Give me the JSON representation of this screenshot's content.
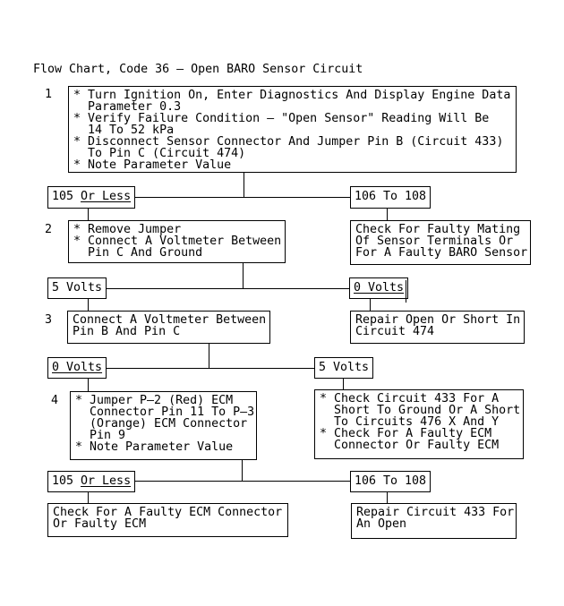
{
  "title": "Flow Chart, Code 36 – Open BARO Sensor Circuit",
  "colors": {
    "background": "#ffffff",
    "ink": "#000000"
  },
  "steps": [
    {
      "number": "1",
      "lines": [
        "* Turn Ignition On, Enter Diagnostics And Display Engine Data",
        "  Parameter 0.3",
        "* Verify Failure Condition – \"Open Sensor\" Reading Will Be",
        "  14 To 52 kPa",
        "* Disconnect Sensor Connector And Jumper Pin B (Circuit 433)",
        "  To Pin C (Circuit 474)",
        "* Note Parameter Value"
      ]
    },
    {
      "number": "2",
      "lines": [
        "* Remove Jumper",
        "* Connect A Voltmeter Between",
        "  Pin C And Ground"
      ]
    },
    {
      "number": "3",
      "lines": [
        "Connect A Voltmeter Between",
        "Pin B And Pin C"
      ]
    },
    {
      "number": "4",
      "lines": [
        "* Jumper P–2 (Red) ECM",
        "  Connector Pin 11 To P–3",
        "  (Orange) ECM Connector",
        "  Pin 9",
        "* Note Parameter Value"
      ]
    }
  ],
  "decisions": {
    "a_left": {
      "pre": "105 ",
      "underline": "Or Less"
    },
    "a_right": {
      "pre": "106 To 108",
      "underline": ""
    },
    "b_left": {
      "pre": "5 Volts",
      "underline": ""
    },
    "b_right": {
      "pre": "",
      "underline": "0 Volts"
    },
    "c_left": {
      "pre": "",
      "underline": "0 Volts"
    },
    "c_right": {
      "pre": "5 Volts",
      "underline": ""
    },
    "d_left": {
      "pre": "105 ",
      "underline": "Or Less"
    },
    "d_right": {
      "pre": "106 To 108",
      "underline": ""
    }
  },
  "results": {
    "faulty_mating": {
      "lines": [
        "Check For Faulty Mating",
        "Of Sensor Terminals Or",
        "For A Faulty BARO Sensor"
      ]
    },
    "repair_474": {
      "lines": [
        "Repair Open Or Short In",
        "Circuit 474"
      ]
    },
    "check_433": {
      "lines": [
        "* Check Circuit 433 For A",
        "  Short To Ground Or A Short",
        "  To Circuits 476 X And Y",
        "* Check For A Faulty ECM",
        "  Connector Or Faulty ECM"
      ]
    },
    "faulty_ecm": {
      "lines": [
        "Check For A Faulty ECM Connector",
        "Or Faulty ECM"
      ]
    },
    "repair_433": {
      "lines": [
        "Repair Circuit 433 For",
        "An Open"
      ]
    }
  }
}
